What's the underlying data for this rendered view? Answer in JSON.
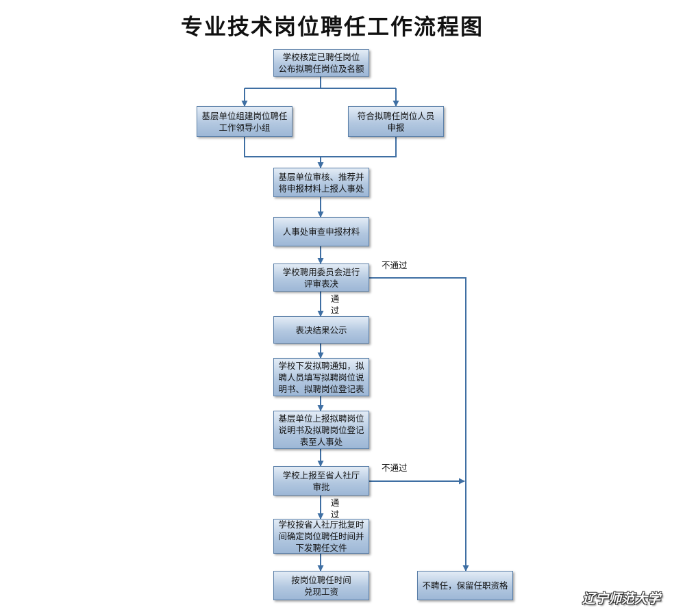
{
  "title": "专业技术岗位聘任工作流程图",
  "nodes": {
    "n1": "学校核定已聘任岗位\n公布拟聘任岗位及名额",
    "n2": "基层单位组建岗位聘任\n工作领导小组",
    "n3": "符合拟聘任岗位人员\n申报",
    "n4": "基层单位审核、推荐并\n将申报材料上报人事处",
    "n5": "人事处审查申报材料",
    "n6": "学校聘用委员会进行\n评审表决",
    "n7": "表决结果公示",
    "n8": "学校下发拟聘通知，拟\n聘人员填写拟聘岗位说\n明书、拟聘岗位登记表",
    "n9": "基层单位上报拟聘岗位\n说明书及拟聘岗位登记\n表至人事处",
    "n10": "学校上报至省人社厅\n审批",
    "n11": "学校按省人社厅批复时\n间确定岗位聘任时间并\n下发聘任文件",
    "n12": "按岗位聘任时间\n兑现工资",
    "n13": "不聘任，保留任职资格"
  },
  "edge_labels": {
    "fail_1": "不通过",
    "pass_1": "通\n过",
    "fail_2": "不通过",
    "pass_2": "通\n过"
  },
  "logo_text": "辽宁师范大学",
  "colors": {
    "line": "#3f6fa3",
    "box_border": "#5a7fa8"
  }
}
